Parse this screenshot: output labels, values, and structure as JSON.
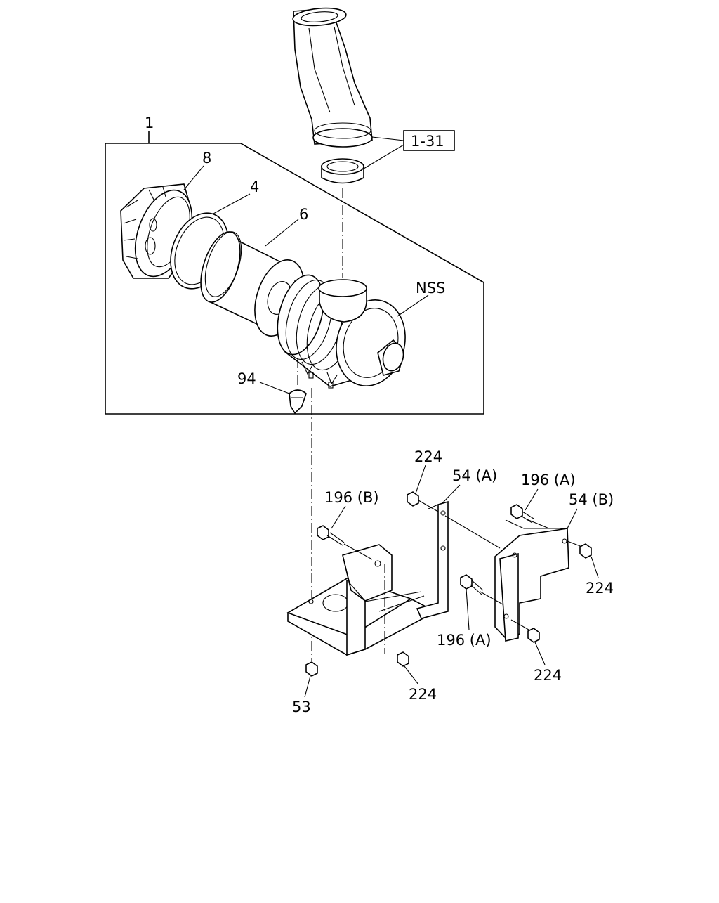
{
  "diagram": {
    "labels": {
      "assembly": "1",
      "cap": "8",
      "gasket": "4",
      "element": "6",
      "nss": "NSS",
      "valve": "94",
      "ref": "1-31",
      "nut_top": "224",
      "bracket_a": "54 (A)",
      "bolt_a_top": "196 (A)",
      "bracket_b": "54 (B)",
      "bolt_b": "196 (B)",
      "nut_right": "224",
      "bolt_a_bottom": "196 (A)",
      "nut_bottom_right": "224",
      "nut_bottom": "224",
      "nut_53": "53"
    }
  }
}
